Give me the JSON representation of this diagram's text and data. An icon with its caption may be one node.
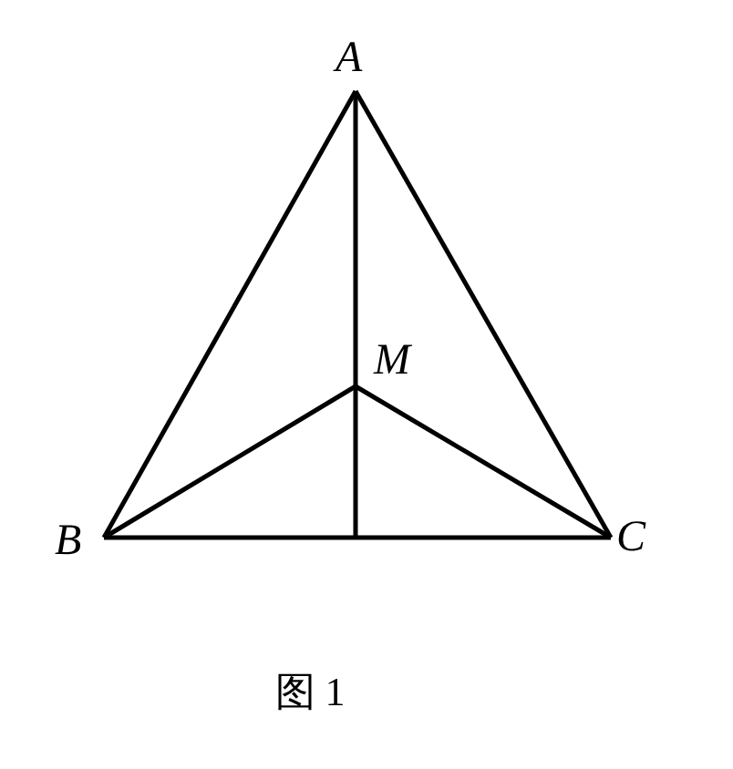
{
  "diagram": {
    "caption": "图 1",
    "nodes": [
      {
        "text": [
          "A"
        ]
      },
      {
        "text": [
          "M"
        ]
      },
      {
        "text": [
          "B"
        ]
      },
      {
        "text": [
          "C"
        ]
      }
    ],
    "edges": [
      {
        "from": 0,
        "to": 2,
        "arrow": "none"
      },
      {
        "from": 0,
        "to": 3,
        "arrow": "none"
      },
      {
        "from": 2,
        "to": 3,
        "arrow": "none"
      },
      {
        "from": 0,
        "to": 1,
        "arrow": "none"
      },
      {
        "from": 1,
        "to": 2,
        "arrow": "none"
      },
      {
        "from": 1,
        "to": 3,
        "arrow": "none"
      },
      {
        "from": 1,
        "to": null,
        "arrow": "none"
      }
    ]
  }
}
